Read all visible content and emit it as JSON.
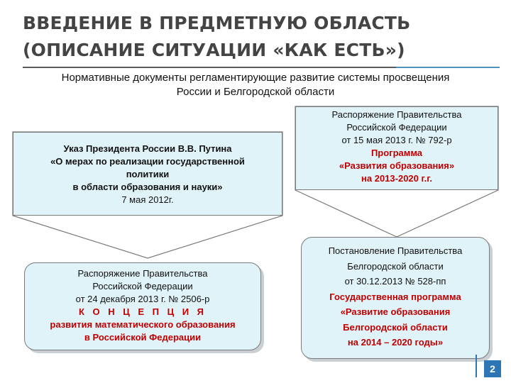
{
  "title": {
    "line1": "ВВЕДЕНИЕ В ПРЕДМЕТНУЮ ОБЛАСТЬ",
    "line2": "(ОПИСАНИЕ СИТУАЦИИ «КАК ЕСТЬ»)"
  },
  "subtitle": {
    "line1": "Нормативные документы регламентирующие развитие системы просвещения",
    "line2": "России и Белгородской области"
  },
  "box_ukaz": {
    "line1": "Указ Президента России В.В. Путина",
    "line2": "«О мерах по реализации государственной",
    "line3": "политики",
    "line4": "в области образования и науки»",
    "line5": "7 мая 2012г."
  },
  "box_rasp_2506": {
    "line1": "Распоряжение Правительства",
    "line2": "Российской Федерации",
    "line3": "от 24 декабря 2013 г.  №  2506-р",
    "line4": "К О Н Ц Е П Ц И Я",
    "line5": "развития математического образования",
    "line6": "в Российской Федерации"
  },
  "box_rasp_792": {
    "line1": "Распоряжение Правительства",
    "line2": "Российской Федерации",
    "line3": "от 15 мая 2013 г.  №  792-р",
    "line4": "Программа",
    "line5": "«Развития образования»",
    "line6": "на 2013-2020 г.г."
  },
  "box_post_528": {
    "line1": "Постановление Правительства",
    "line2": "Белгородской области",
    "line3": "от 30.12.2013 № 528-пп",
    "line4": "Государственная программа",
    "line5": "«Развитие образования",
    "line6": "Белгородской области",
    "line7": "на 2014 – 2020 годы»"
  },
  "page_number": "2",
  "colors": {
    "box_fill": "#e0f3f8",
    "accent_red": "#c00000",
    "page_badge": "#2e75b6",
    "title_text": "#444444"
  }
}
